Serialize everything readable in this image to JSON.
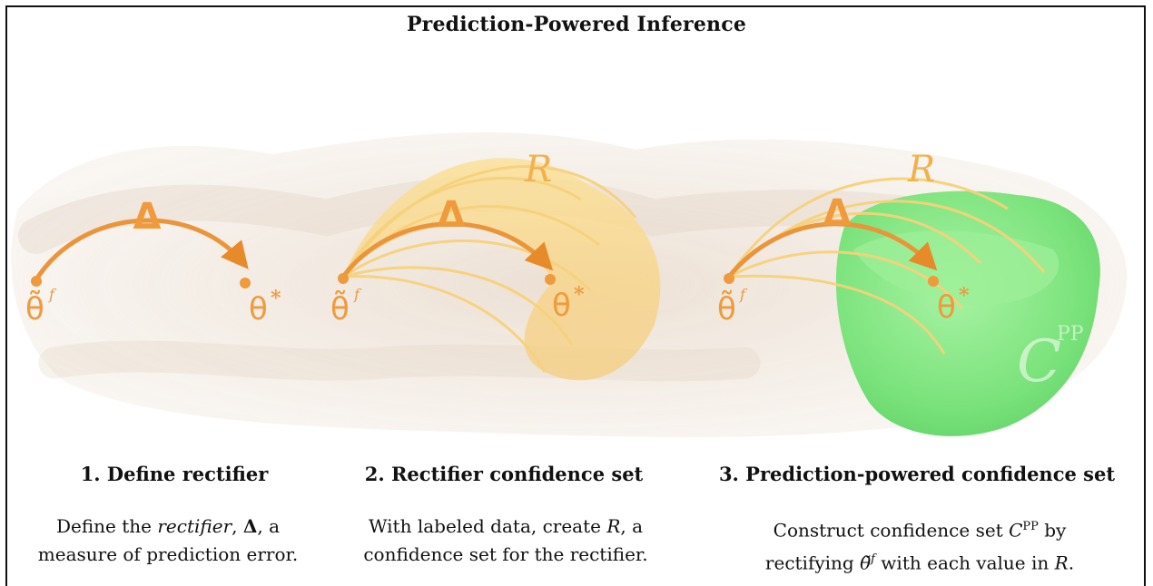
{
  "title": "Prediction-Powered Inference",
  "art_labels": {
    "delta": "Δ",
    "rect_set": "R",
    "theta_f": "θ̃",
    "theta_f_sup": "f",
    "theta_star": "θ",
    "theta_star_sup": "*",
    "cpp_main": "C",
    "cpp_sup": "PP"
  },
  "steps": [
    {
      "title": "1. Define rectifier",
      "desc_pre": "Define the ",
      "desc_italic": "rectifier",
      "desc_mid": ", ",
      "desc_bold": "Δ",
      "desc_post_line1": ", a",
      "desc_line2": "measure of prediction error."
    },
    {
      "title": "2. Rectifier confidence set",
      "desc_pre": "With labeled data, create ",
      "desc_sym": "R",
      "desc_post_line1": ", a",
      "desc_line2": "confidence set for the rectifier."
    },
    {
      "title": "3. Prediction-powered confidence set",
      "desc_pre": "Construct confidence set ",
      "desc_sym": "C",
      "desc_sym_sup": "PP",
      "desc_post_line1": " by",
      "desc_line2_pre": "rectifying ",
      "desc_line2_sym": "θ̃",
      "desc_line2_sup": "f",
      "desc_line2_mid": " with each value in ",
      "desc_line2_sym2": "R",
      "desc_line2_post": "."
    }
  ],
  "colors": {
    "orange": "#ef9a3c",
    "orange_dark": "#e07f20",
    "wash": "#e8dccf",
    "yellow": "#f8d27a",
    "green": "#8ce98a",
    "green_dark": "#5fd166"
  }
}
